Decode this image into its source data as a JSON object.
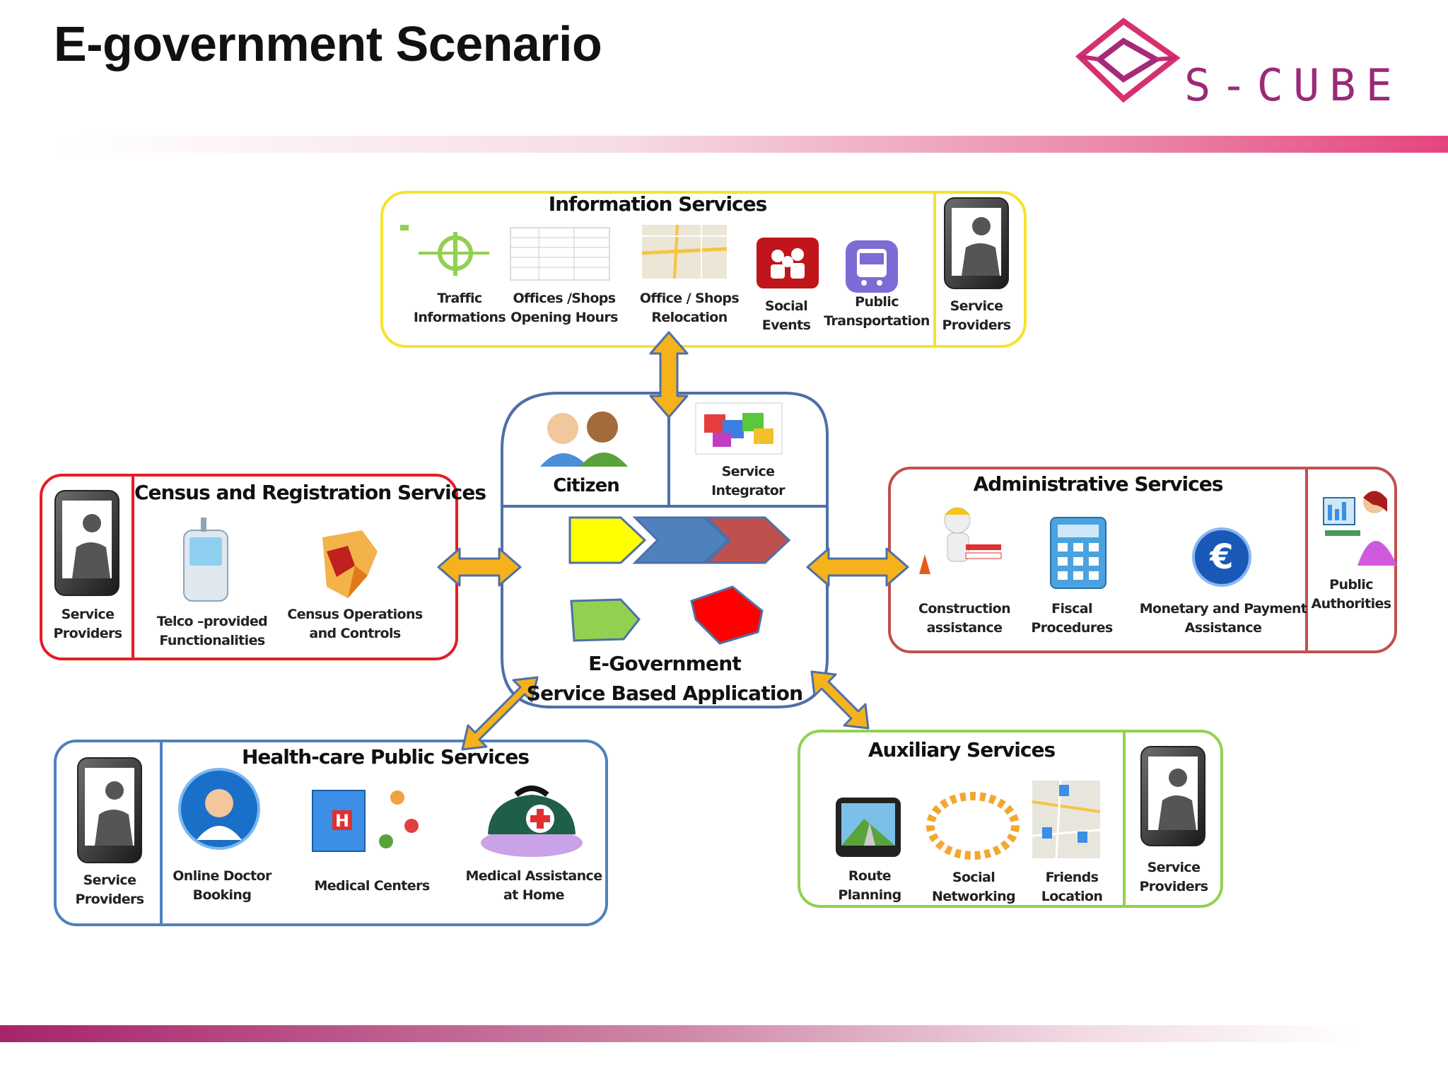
{
  "slide": {
    "title": "E-government Scenario",
    "logo_text": "S-CUBE",
    "colors": {
      "accent": "#e5447f",
      "logo": "#9b2a76",
      "information": "#f4e42a",
      "administrative": "#c0504d",
      "census": "#e31e24",
      "health": "#4f81bd",
      "auxiliary": "#92d050",
      "center": "#4f6fa8",
      "arrow": "#f5b21a"
    }
  },
  "information_services": {
    "title": "Information Services",
    "items": [
      "Traffic\nInformations",
      "Offices /Shops\nOpening Hours",
      "Office / Shops\nRelocation",
      "Social\nEvents",
      "Public\nTransportation"
    ],
    "provider": "Service\nProviders"
  },
  "census_services": {
    "title": "Census and Registration Services",
    "provider": "Service\nProviders",
    "items": [
      "Telco –provided\nFunctionalities",
      "Census Operations\nand Controls"
    ]
  },
  "administrative_services": {
    "title": "Administrative Services",
    "items": [
      "Construction\nassistance",
      "Fiscal\nProcedures",
      "Monetary and Payment\nAssistance"
    ],
    "provider": "Public\nAuthorities"
  },
  "center": {
    "left_label": "Citizen",
    "right_label": "Service\nIntegrator",
    "title": "E-Government\nService Based Application"
  },
  "health_services": {
    "title": "Health-care Public Services",
    "provider": "Service\nProviders",
    "items": [
      "Online Doctor\nBooking",
      "Medical Centers",
      "Medical Assistance\nat Home"
    ]
  },
  "auxiliary_services": {
    "title": "Auxiliary Services",
    "items": [
      "Route\nPlanning",
      "Social\nNetworking",
      "Friends\nLocation"
    ],
    "provider": "Service\nProviders"
  }
}
